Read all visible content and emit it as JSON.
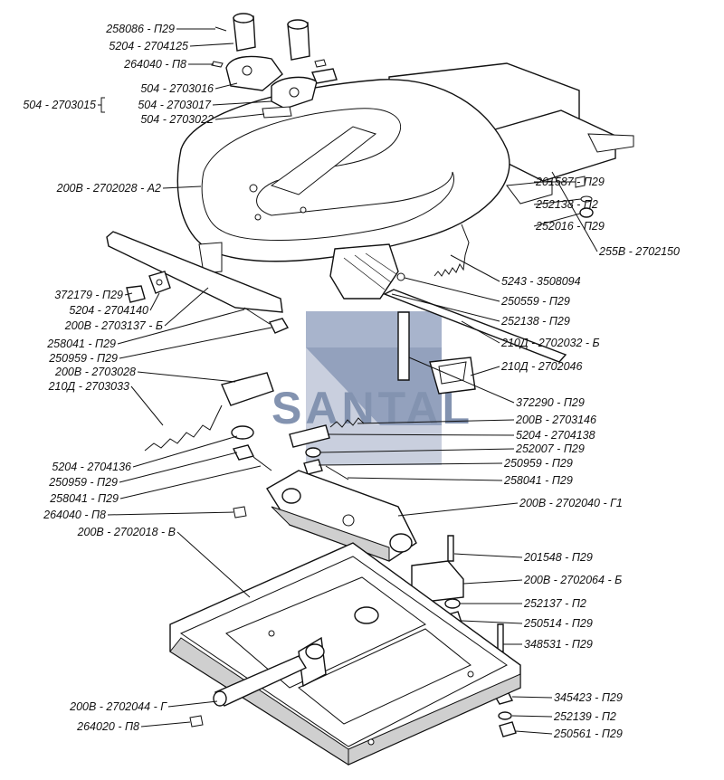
{
  "watermark": {
    "text": "SANTAL",
    "color": "#5a6f96"
  },
  "labels": [
    {
      "id": "l01",
      "text": "258086 - П29"
    },
    {
      "id": "l02",
      "text": "5204 - 2704125"
    },
    {
      "id": "l03",
      "text": "264040 - П8"
    },
    {
      "id": "l04",
      "text": "504 - 2703016"
    },
    {
      "id": "l05",
      "text": "504 - 2703015"
    },
    {
      "id": "l06",
      "text": "504 - 2703017"
    },
    {
      "id": "l07",
      "text": "504 - 2703022"
    },
    {
      "id": "l08",
      "text": "200В - 2702028 - А2"
    },
    {
      "id": "l09",
      "text": "201587 - П29"
    },
    {
      "id": "l10",
      "text": "252138 - П2"
    },
    {
      "id": "l11",
      "text": "252016 - П29"
    },
    {
      "id": "l12",
      "text": "255В - 2702150"
    },
    {
      "id": "l13",
      "text": "5243 - 3508094"
    },
    {
      "id": "l14",
      "text": "250559 - П29"
    },
    {
      "id": "l15",
      "text": "252138 - П29"
    },
    {
      "id": "l16",
      "text": "210Д - 2702032 - Б"
    },
    {
      "id": "l17",
      "text": "210Д - 2702046"
    },
    {
      "id": "l18",
      "text": "372179 - П29"
    },
    {
      "id": "l19",
      "text": "5204 - 2704140"
    },
    {
      "id": "l20",
      "text": "200В - 2703137 - Б"
    },
    {
      "id": "l21",
      "text": "258041 - П29"
    },
    {
      "id": "l22",
      "text": "250959 - П29"
    },
    {
      "id": "l23",
      "text": "200В - 2703028"
    },
    {
      "id": "l24",
      "text": "210Д - 2703033"
    },
    {
      "id": "l25",
      "text": "372290 - П29"
    },
    {
      "id": "l26",
      "text": "200В - 2703146"
    },
    {
      "id": "l27",
      "text": "5204 - 2704138"
    },
    {
      "id": "l28",
      "text": "252007 - П29"
    },
    {
      "id": "l29",
      "text": "250959 - П29"
    },
    {
      "id": "l30",
      "text": "258041 - П29"
    },
    {
      "id": "l31",
      "text": "5204 - 2704136"
    },
    {
      "id": "l32",
      "text": "250959 - П29"
    },
    {
      "id": "l33",
      "text": "258041 - П29"
    },
    {
      "id": "l34",
      "text": "264040 - П8"
    },
    {
      "id": "l35",
      "text": "200В - 2702040 - Г1"
    },
    {
      "id": "l36",
      "text": "200В - 2702018 - В"
    },
    {
      "id": "l37",
      "text": "201548 - П29"
    },
    {
      "id": "l38",
      "text": "200В - 2702064 - Б"
    },
    {
      "id": "l39",
      "text": "252137 - П2"
    },
    {
      "id": "l40",
      "text": "250514 - П29"
    },
    {
      "id": "l41",
      "text": "348531 - П29"
    },
    {
      "id": "l42",
      "text": "200В - 2702044 - Г"
    },
    {
      "id": "l43",
      "text": "264020 - П8"
    },
    {
      "id": "l44",
      "text": "345423 - П29"
    },
    {
      "id": "l45",
      "text": "252139 - П2"
    },
    {
      "id": "l46",
      "text": "250561 - П29"
    }
  ]
}
